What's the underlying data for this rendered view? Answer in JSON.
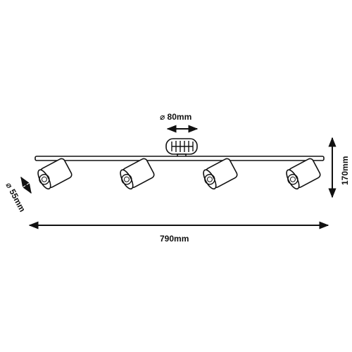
{
  "dimensions": {
    "base_diameter": "⌀ 80mm",
    "height": "170mm",
    "spot_diameter": "⌀ 55mm",
    "width": "790mm"
  },
  "colors": {
    "ink": "#111111",
    "background": "#ffffff"
  },
  "icons": {
    "arrow_head": "filled-triangle-arrow"
  }
}
